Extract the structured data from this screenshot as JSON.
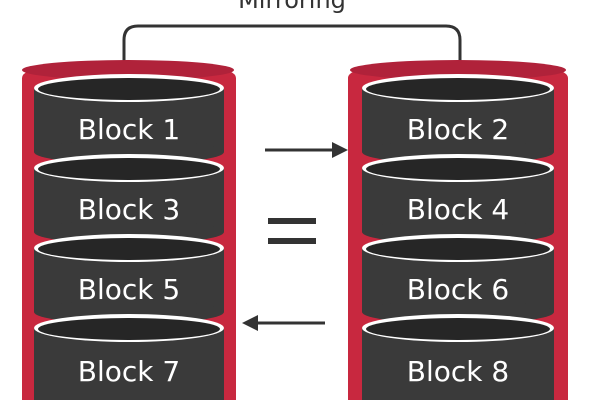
{
  "diagram": {
    "title": "Mirroring",
    "colors": {
      "disk_body": "#3a3a3a",
      "disk_top": "#2a2a2a",
      "disk_rim": "#ffffff",
      "enclosure": "#c8283f",
      "connector": "#333333",
      "arrow": "#333333",
      "text": "#ffffff"
    },
    "left_stack": {
      "blocks": [
        "Block 1",
        "Block 3",
        "Block 5",
        "Block 7"
      ]
    },
    "right_stack": {
      "blocks": [
        "Block 2",
        "Block 4",
        "Block 6",
        "Block 8"
      ]
    },
    "middle": {
      "top_arrow": "right",
      "equals": "=",
      "bottom_arrow": "left"
    }
  }
}
